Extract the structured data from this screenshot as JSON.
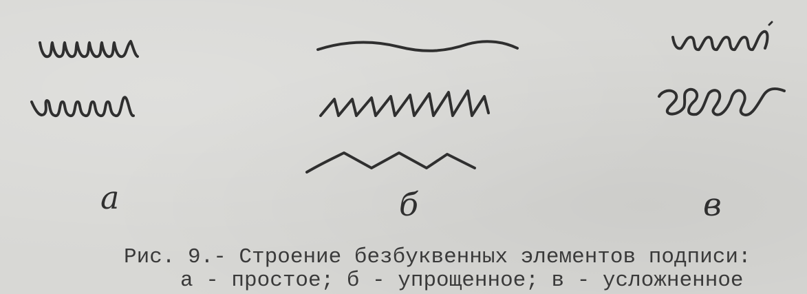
{
  "figure": {
    "labels": {
      "a": "а",
      "b": "б",
      "c": "в"
    },
    "caption": {
      "line1": "Рис. 9.- Строение безбуквенных элементов подписи:",
      "line2": "а - простое; б - упрощенное; в - усложненное"
    }
  }
}
